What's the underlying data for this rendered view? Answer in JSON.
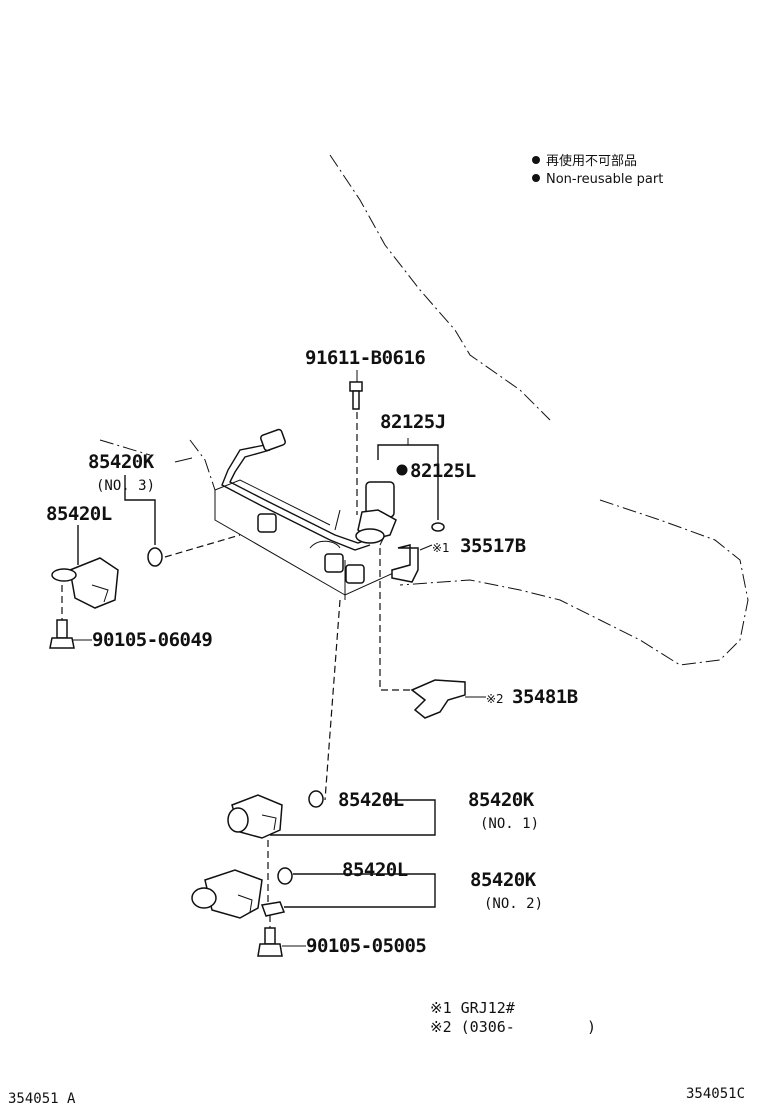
{
  "legend": {
    "line1": "再使用不可部品",
    "line2": "Non-reusable part"
  },
  "parts": {
    "bolt_top": "91611-B0616",
    "sensor_main": "82125J",
    "sensor_nonreusable": "82125L",
    "bracket_1": "35517B",
    "bracket_2": "35481B",
    "sensor_no3": "85420K",
    "sensor_no3_sub": "(NO. 3)",
    "sensor_no3_oring": "85420L",
    "bolt_left": "90105-06049",
    "sensor_no1_oring": "85420L",
    "sensor_no1": "85420K",
    "sensor_no1_sub": "(NO. 1)",
    "sensor_no2_oring": "85420L",
    "sensor_no2": "85420K",
    "sensor_no2_sub": "(NO. 2)",
    "bolt_bottom": "90105-05005"
  },
  "marks": {
    "mark1": "※1",
    "mark2": "※2"
  },
  "notes": {
    "note1": "※1 GRJ12#",
    "note2": "※2 (0306-        )"
  },
  "refs": {
    "left": "354051 A",
    "right": "354051C"
  },
  "colors": {
    "ink": "#111111",
    "background": "#ffffff"
  }
}
